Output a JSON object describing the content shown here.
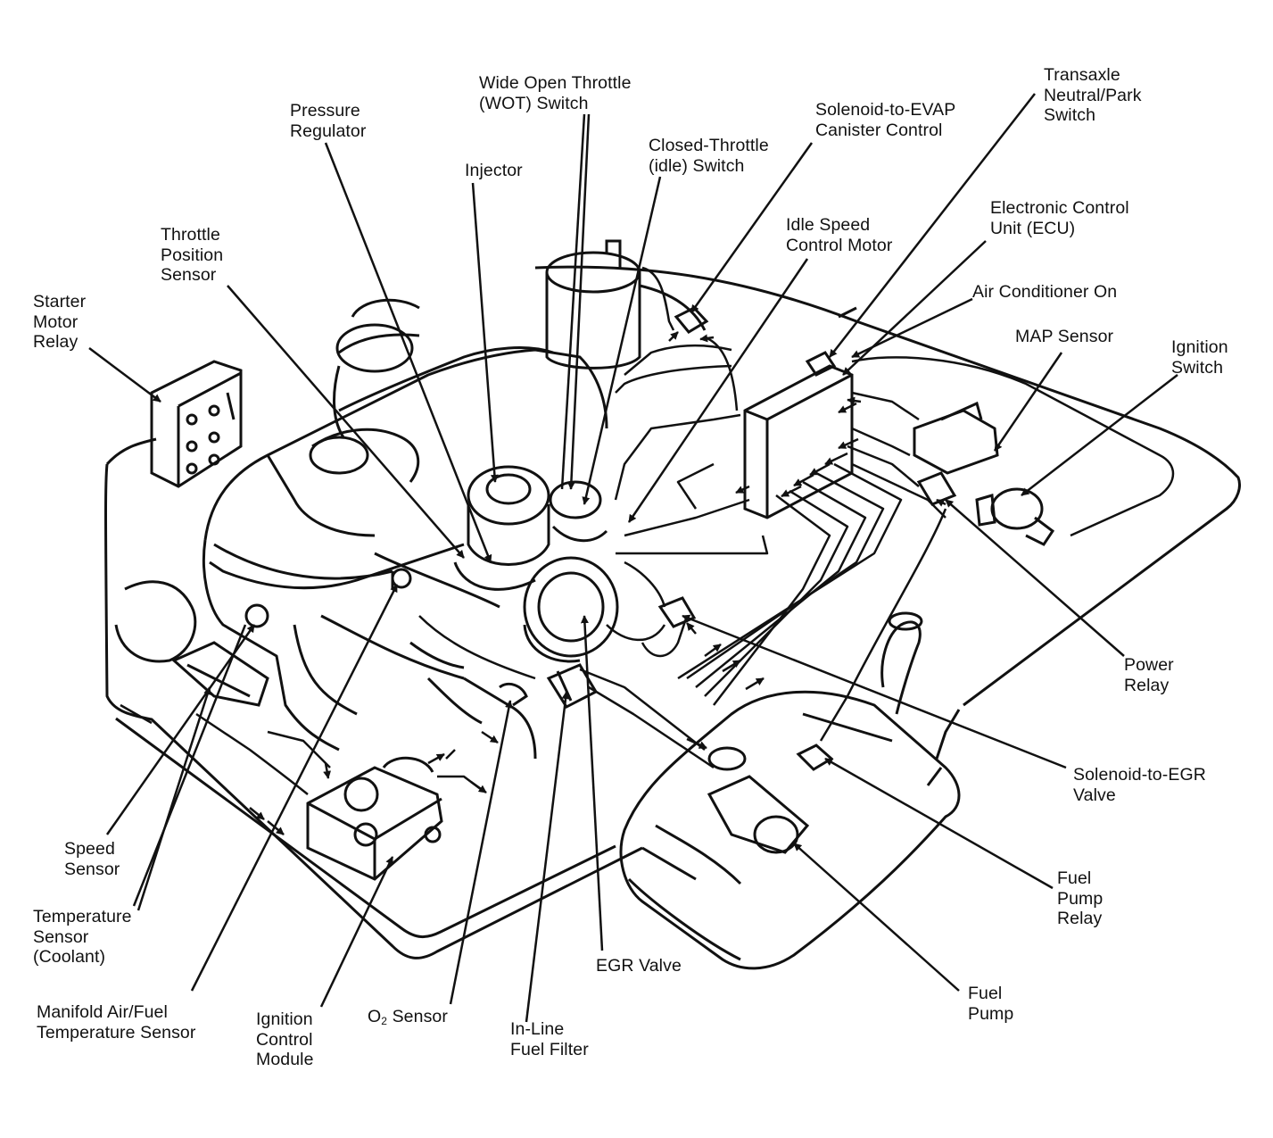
{
  "colors": {
    "ink": "#111111",
    "paper": "#ffffff"
  },
  "labels": {
    "wot_switch": [
      "Wide Open Throttle",
      "(WOT) Switch"
    ],
    "pressure_regulator": [
      "Pressure",
      "Regulator"
    ],
    "closed_throttle": [
      "Closed-Throttle",
      "(idle) Switch"
    ],
    "solenoid_evap": [
      "Solenoid-to-EVAP",
      "Canister Control"
    ],
    "transaxle": [
      "Transaxle",
      "Neutral/Park",
      "Switch"
    ],
    "injector": [
      "Injector"
    ],
    "electronic_control_unit": [
      "Electronic Control",
      "Unit (ECU)"
    ],
    "idle_speed_motor": [
      "Idle Speed",
      "Control Motor"
    ],
    "throttle_position": [
      "Throttle",
      "Position",
      "Sensor"
    ],
    "air_conditioner": [
      "Air Conditioner On"
    ],
    "starter_relay": [
      "Starter",
      "Motor",
      "Relay"
    ],
    "map_sensor": [
      "MAP Sensor"
    ],
    "ignition_switch": [
      "Ignition",
      "Switch"
    ],
    "power_relay": [
      "Power",
      "Relay"
    ],
    "solenoid_egr": [
      "Solenoid-to-EGR",
      "Valve"
    ],
    "speed_sensor": [
      "Speed",
      "Sensor"
    ],
    "temperature_sensor": [
      "Temperature",
      "Sensor",
      "(Coolant)"
    ],
    "fuel_pump_relay": [
      "Fuel",
      "Pump",
      "Relay"
    ],
    "egr_valve": [
      "EGR Valve"
    ],
    "fuel_pump": [
      "Fuel",
      "Pump"
    ],
    "manifold_sensor": [
      "Manifold Air/Fuel",
      "Temperature Sensor"
    ],
    "ignition_module": [
      "Ignition",
      "Control",
      "Module"
    ],
    "o2_sensor": {
      "pre": "O",
      "sub": "2",
      "post": " Sensor"
    },
    "inline_filter": [
      "In-Line",
      "Fuel Filter"
    ]
  }
}
